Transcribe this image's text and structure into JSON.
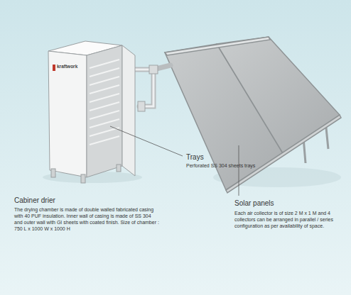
{
  "diagram": {
    "labels": [
      "kraftwork",
      "Trays",
      "Perforated SS 304 sheets trays",
      "Cabiner drier",
      "The drying chamber is made of double walled fabricated casing with 40 PUF insulation. Inner wall of casing is made of SS 304 and outer wall with GI sheets with coated finish. Size of chamber : 750 L x 1000 W x 1000 H",
      "Solar panels",
      "Each air collector is of size 2 M x 1 M and 4 collectors can be arranged in parallel / series configuration as per availability of space."
    ]
  }
}
